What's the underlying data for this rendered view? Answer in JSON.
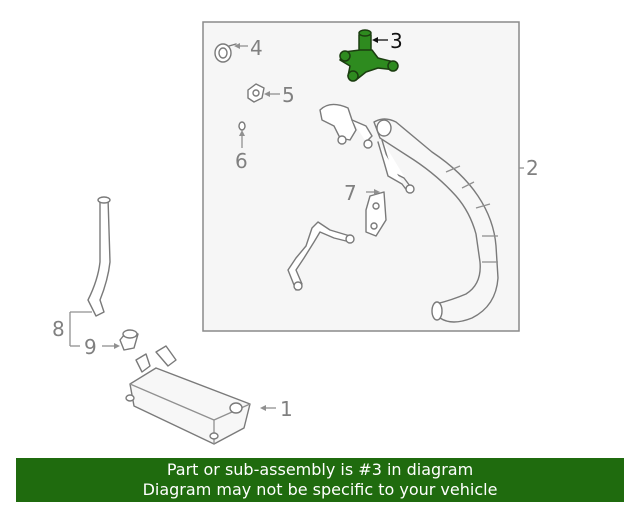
{
  "diagram": {
    "callouts": {
      "c1": "1",
      "c2": "2",
      "c3": "3",
      "c4": "4",
      "c5": "5",
      "c6": "6",
      "c7": "7",
      "c8": "8",
      "c9": "9"
    },
    "highlighted_part": "3",
    "highlight_color": "#2e8b1f",
    "box_fill": "#f6f6f6"
  },
  "banner": {
    "line1": "Part or sub-assembly is #3 in diagram",
    "line2": "Diagram may not be specific to your vehicle",
    "background": "#1f6b0e"
  }
}
